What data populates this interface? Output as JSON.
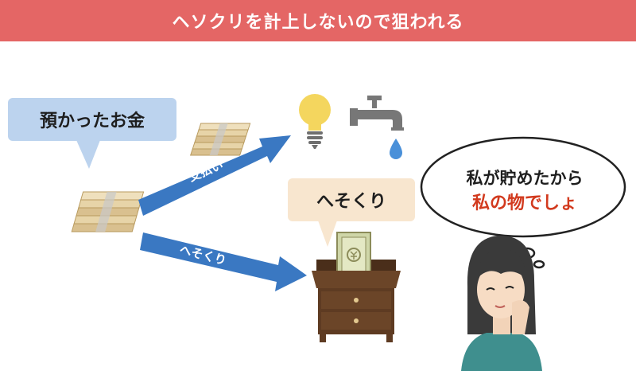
{
  "title": "ヘソクリを計上しないので狙われる",
  "bubble_deposit": "預かったお金",
  "arrow_payment": "支払い",
  "arrow_hesokuri": "へそくり",
  "bubble_hesokuri": "へそくり",
  "thought": {
    "line1": "私が貯めたから",
    "line2": "私の物でしょ"
  },
  "icons": [
    "money-stack-icon",
    "money-stack-icon",
    "lightbulb-icon",
    "faucet-icon",
    "water-drop-icon",
    "drawer-cabinet-icon",
    "banknote-icon",
    "woman-icon"
  ],
  "colors": {
    "banner": "#e46665",
    "bubble_blue": "#bcd3ee",
    "bubble_beige": "#f8e6cf",
    "arrow": "#3a78c2",
    "emphasis": "#d23a1e",
    "cabinet": "#5e3b22"
  }
}
